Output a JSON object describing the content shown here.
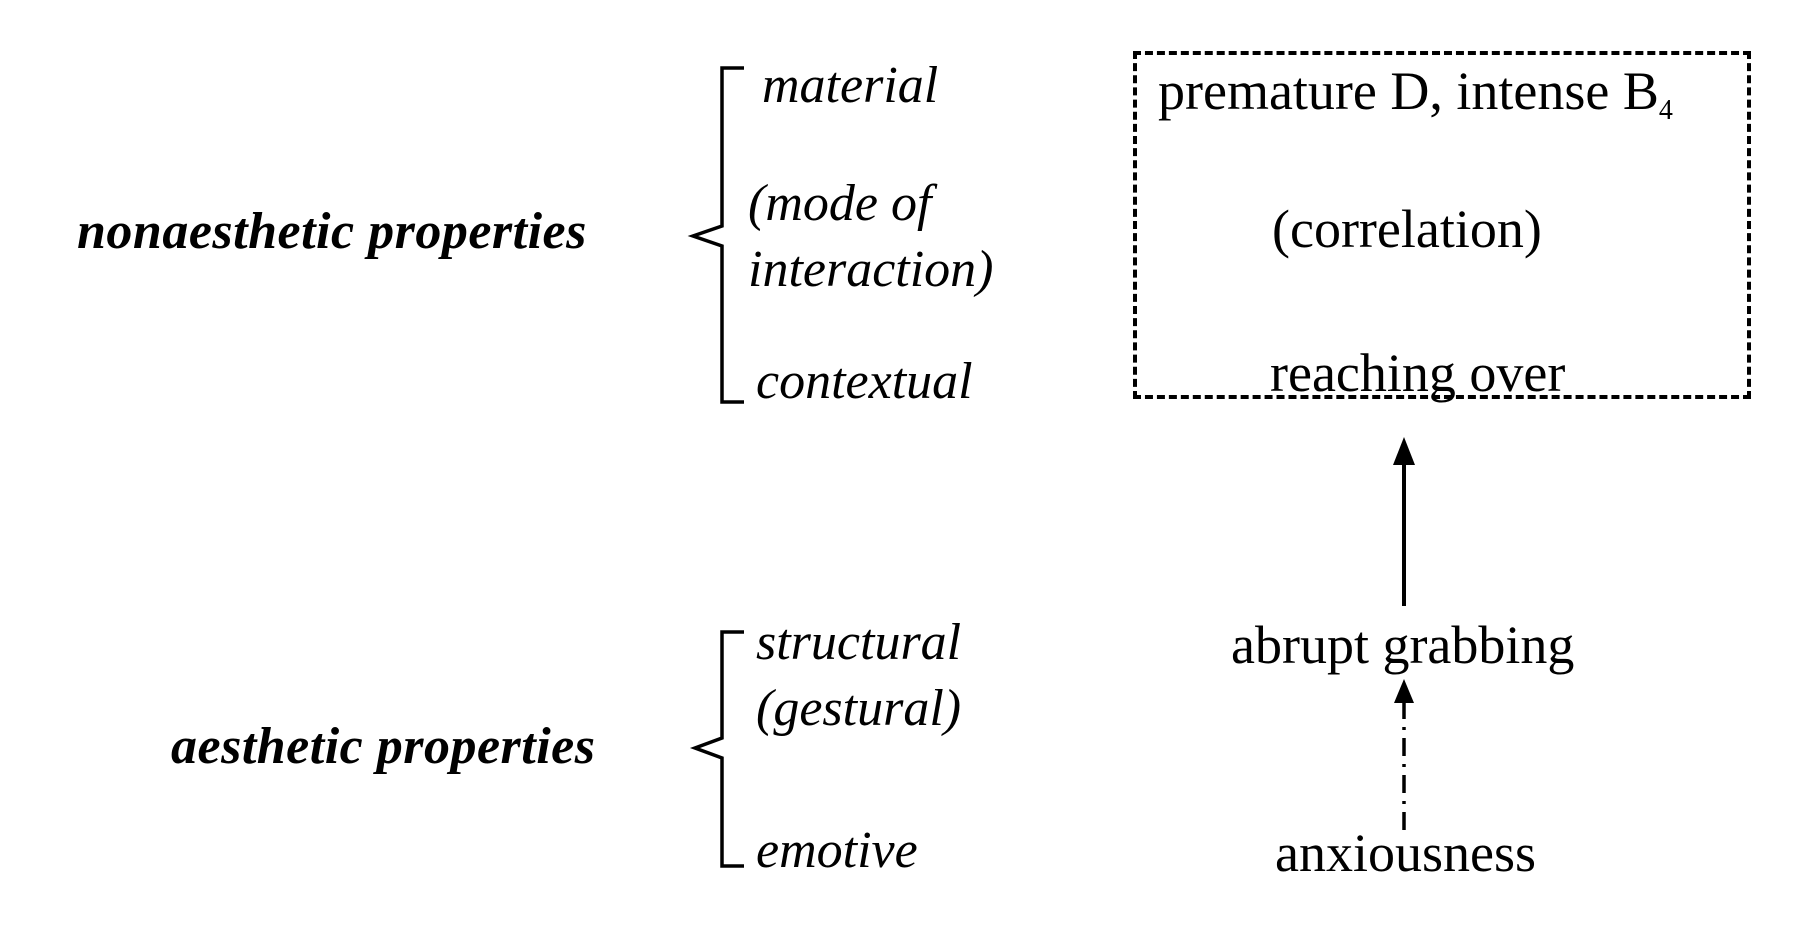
{
  "nonaesthetic": {
    "label": "nonaesthetic  properties",
    "categories": {
      "material": "material",
      "mode_line1": "(mode of",
      "mode_line2": "interaction)",
      "contextual": "contextual"
    }
  },
  "aesthetic": {
    "label": "aesthetic properties",
    "categories": {
      "structural": "structural",
      "gestural": "(gestural)",
      "emotive": "emotive"
    }
  },
  "example": {
    "box": {
      "line1_main": "premature D, intense B",
      "line1_sub": "4",
      "line2": "(correlation)",
      "line3": "reaching over"
    },
    "gesture": "abrupt grabbing",
    "emotion": "anxiousness"
  },
  "colors": {
    "ink": "#000000",
    "background": "#ffffff"
  }
}
